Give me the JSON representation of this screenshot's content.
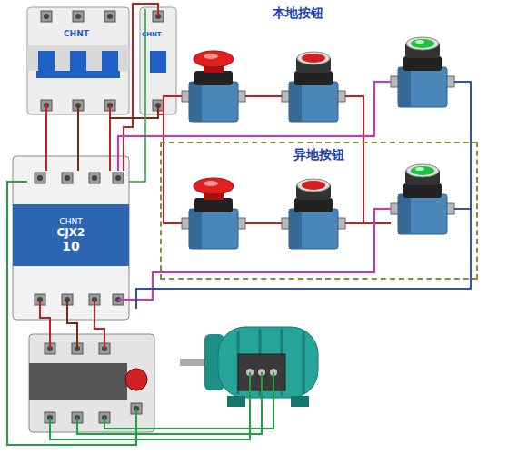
{
  "diagram": {
    "nodes": [
      {
        "text": [
          "异地按钮"
        ]
      },
      {
        "text": [
          "CHNT",
          "CJX2",
          "10"
        ]
      }
    ],
    "labels": [
      "本地按钮",
      "CHNT",
      "CHNT"
    ]
  }
}
